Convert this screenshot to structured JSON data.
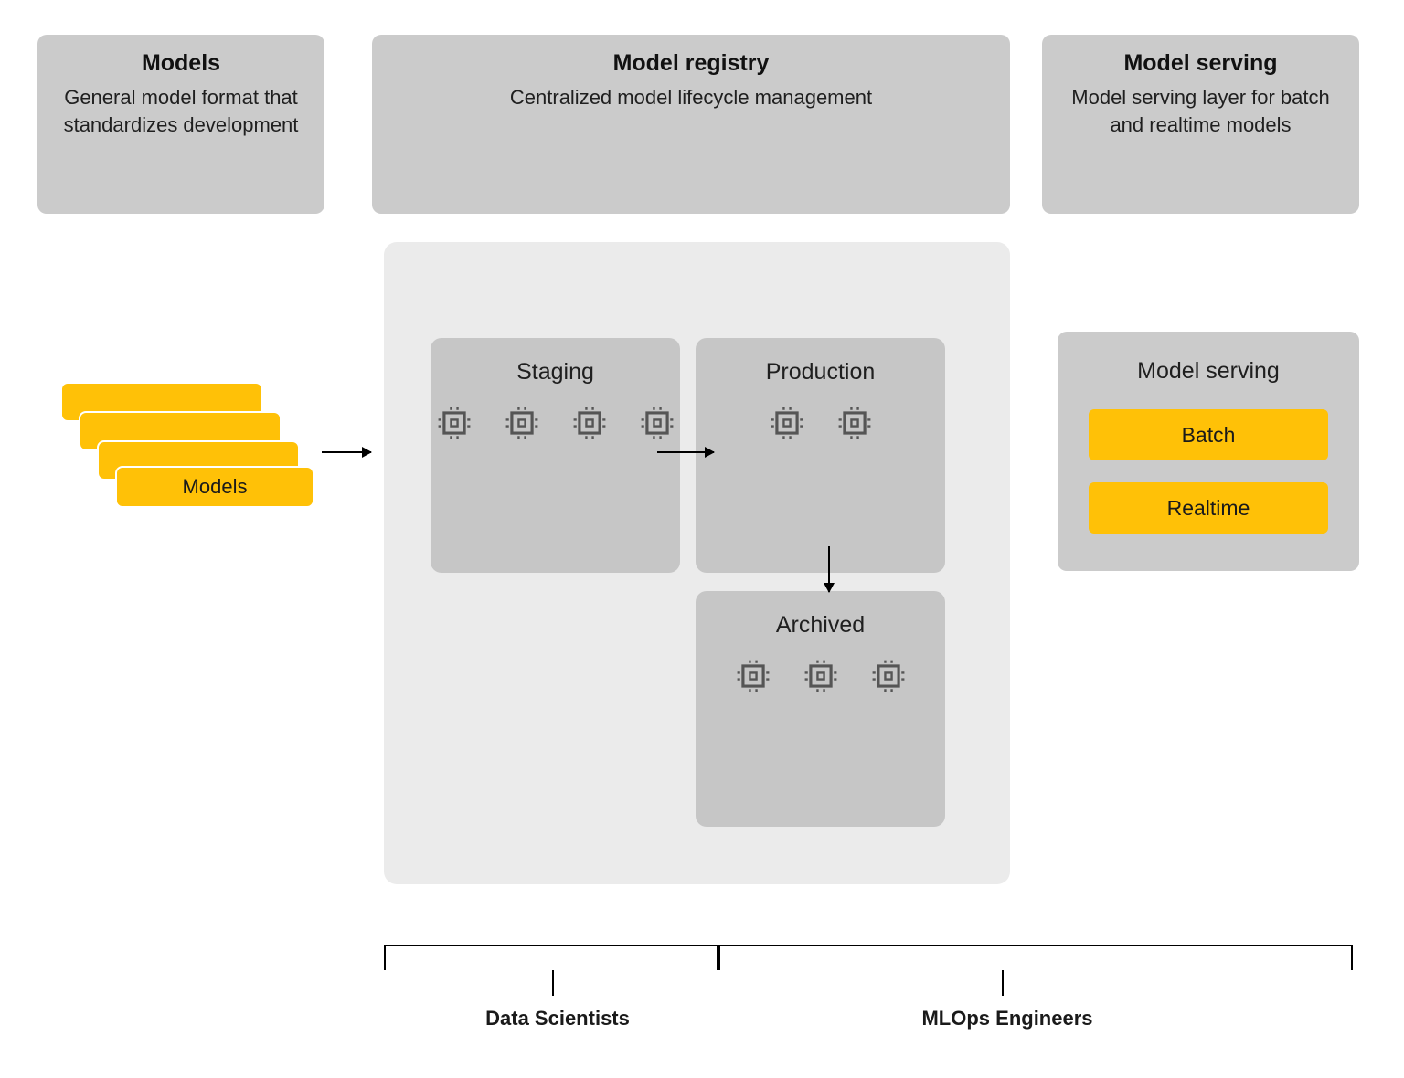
{
  "headers": [
    {
      "id": "models",
      "title": "Models",
      "subtitle": "General model format that standardizes development"
    },
    {
      "id": "model-registry",
      "title": "Model registry",
      "subtitle": "Centralized model lifecycle management"
    },
    {
      "id": "model-serving",
      "title": "Model serving",
      "subtitle": "Model serving layer for batch and realtime models"
    }
  ],
  "model_stack": {
    "label": "Models",
    "card_count": 4,
    "color": "#ffc107"
  },
  "registry": {
    "stages": [
      {
        "id": "staging",
        "title": "Staging",
        "model_count": 4
      },
      {
        "id": "production",
        "title": "Production",
        "model_count": 2
      },
      {
        "id": "archived",
        "title": "Archived",
        "model_count": 3
      }
    ],
    "flow": [
      {
        "from": "models",
        "to": "staging",
        "direction": "right"
      },
      {
        "from": "staging",
        "to": "production",
        "direction": "right"
      },
      {
        "from": "production",
        "to": "archived",
        "direction": "down"
      }
    ],
    "chip_icon": "cpu-chip-icon"
  },
  "serving": {
    "title": "Model serving",
    "options": [
      {
        "id": "batch",
        "label": "Batch"
      },
      {
        "id": "realtime",
        "label": "Realtime"
      }
    ],
    "accent_color": "#ffc107"
  },
  "roles": [
    {
      "id": "data-scientists",
      "label": "Data Scientists"
    },
    {
      "id": "mlops-engineers",
      "label": "MLOps Engineers"
    }
  ],
  "colors": {
    "header_card": "#cbcbcb",
    "panel": "#ebebeb",
    "stage_box": "#c6c6c6",
    "accent": "#ffc107",
    "icon": "#555555",
    "background": "#ffffff"
  }
}
